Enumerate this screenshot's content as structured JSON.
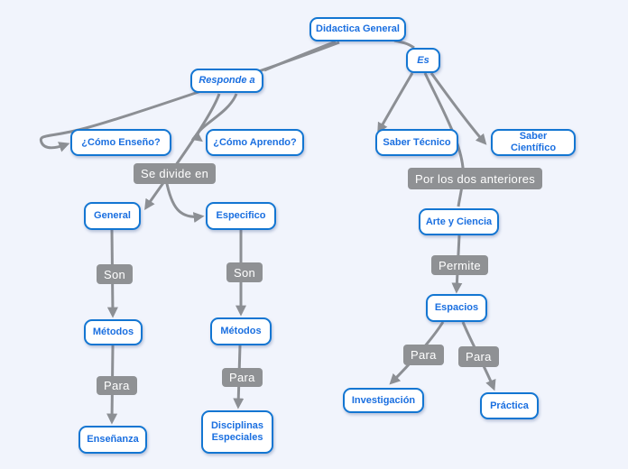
{
  "diagram": {
    "type": "concept-map",
    "topic": "Didactica General"
  },
  "colors": {
    "bg": "#f1f4fc",
    "node_border": "#1376d2",
    "node_text": "#1a6fe0",
    "node_bg": "#ffffff",
    "label_bg": "#8f9194",
    "label_text": "#ffffff",
    "line": "#8c8f94"
  },
  "nodes": {
    "didactica_general": {
      "label": "Didactica General"
    },
    "es": {
      "label": "Es"
    },
    "responde_a": {
      "label": "Responde a"
    },
    "como_enseno": {
      "label": "¿Cómo Enseño?"
    },
    "como_aprendo": {
      "label": "¿Cómo Aprendo?"
    },
    "saber_tecnico": {
      "label": "Saber Técnico"
    },
    "saber_cientifico": {
      "label": "Saber Científico"
    },
    "general": {
      "label": "General"
    },
    "especifico": {
      "label": "Especifico"
    },
    "arte_y_ciencia": {
      "label": "Arte y Ciencia"
    },
    "metodos_1": {
      "label": "Métodos"
    },
    "metodos_2": {
      "label": "Métodos"
    },
    "espacios": {
      "label": "Espacios"
    },
    "ensenanza": {
      "label": "Enseñanza"
    },
    "disciplinas_especiales": {
      "label": "Disciplinas Especiales"
    },
    "investigacion": {
      "label": "Investigación"
    },
    "practica": {
      "label": "Práctica"
    }
  },
  "linking_labels": {
    "se_divide_en": {
      "label": "Se divide en"
    },
    "por_los_dos_anteriores": {
      "label": "Por los dos anteriores"
    },
    "son_1": {
      "label": "Son"
    },
    "son_2": {
      "label": "Son"
    },
    "permite": {
      "label": "Permite"
    },
    "para_1": {
      "label": "Para"
    },
    "para_2": {
      "label": "Para"
    },
    "para_3": {
      "label": "Para"
    },
    "para_4": {
      "label": "Para"
    }
  },
  "edges": [
    {
      "from": "Didactica General",
      "via": "Responde a",
      "to": "¿Cómo Enseño?"
    },
    {
      "from": "Responde a",
      "via": "",
      "to": "¿Cómo Aprendo?"
    },
    {
      "from": "Didactica General",
      "via": "Es",
      "to": "Saber Técnico"
    },
    {
      "from": "Es",
      "via": "",
      "to": "Saber Científico"
    },
    {
      "from": "Es",
      "via": "Por los dos anteriores",
      "to": "Arte y Ciencia"
    },
    {
      "from": "Responde a",
      "via": "Se divide en",
      "to": "General"
    },
    {
      "from": "Se divide en",
      "via": "",
      "to": "Especifico"
    },
    {
      "from": "General",
      "via": "Son",
      "to": "Métodos"
    },
    {
      "from": "Métodos",
      "via": "Para",
      "to": "Enseñanza"
    },
    {
      "from": "Especifico",
      "via": "Son",
      "to": "Métodos"
    },
    {
      "from": "Métodos",
      "via": "Para",
      "to": "Disciplinas Especiales"
    },
    {
      "from": "Arte y Ciencia",
      "via": "Permite",
      "to": "Espacios"
    },
    {
      "from": "Espacios",
      "via": "Para",
      "to": "Investigación"
    },
    {
      "from": "Espacios",
      "via": "Para",
      "to": "Práctica"
    }
  ]
}
